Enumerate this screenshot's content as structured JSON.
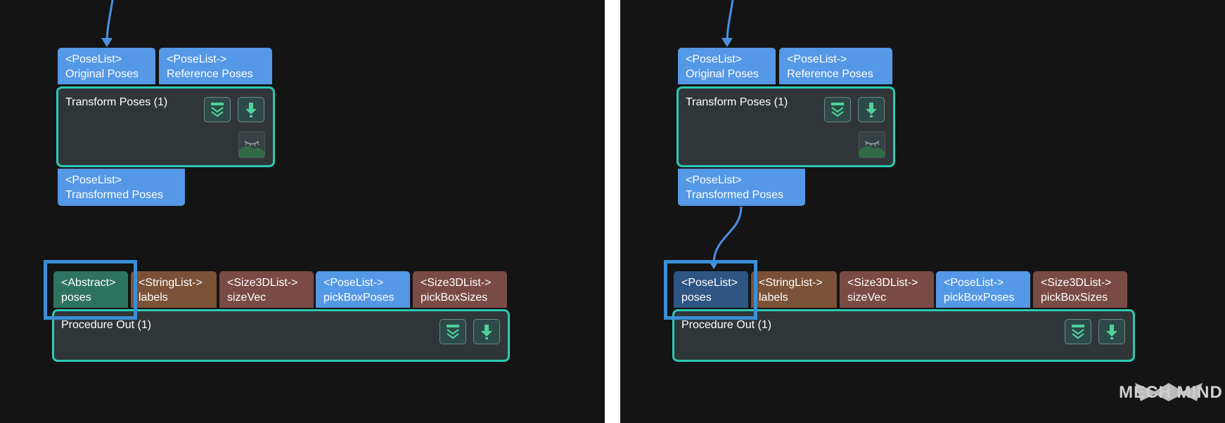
{
  "left": {
    "inputs": [
      {
        "type": "<PoseList>",
        "name": "Original Poses"
      },
      {
        "type": "<PoseList->",
        "name": "Reference Poses"
      }
    ],
    "transform_node": {
      "title": "Transform Poses (1)"
    },
    "output": {
      "type": "<PoseList>",
      "name": "Transformed Poses"
    },
    "procedure_ports": [
      {
        "type": "<Abstract>",
        "name": "poses"
      },
      {
        "type": "<StringList->",
        "name": "labels"
      },
      {
        "type": "<Size3DList->",
        "name": "sizeVec"
      },
      {
        "type": "<PoseList->",
        "name": "pickBoxPoses"
      },
      {
        "type": "<Size3DList->",
        "name": "pickBoxSizes"
      }
    ],
    "procedure_node": {
      "title": "Procedure Out (1)"
    }
  },
  "right": {
    "inputs": [
      {
        "type": "<PoseList>",
        "name": "Original Poses"
      },
      {
        "type": "<PoseList->",
        "name": "Reference Poses"
      }
    ],
    "transform_node": {
      "title": "Transform Poses (1)"
    },
    "output": {
      "type": "<PoseList>",
      "name": "Transformed Poses"
    },
    "procedure_ports": [
      {
        "type": "<PoseList>",
        "name": "poses"
      },
      {
        "type": "<StringList->",
        "name": "labels"
      },
      {
        "type": "<Size3DList->",
        "name": "sizeVec"
      },
      {
        "type": "<PoseList->",
        "name": "pickBoxPoses"
      },
      {
        "type": "<Size3DList->",
        "name": "pickBoxSizes"
      }
    ],
    "procedure_node": {
      "title": "Procedure Out (1)"
    }
  },
  "colors": {
    "canvas": "#141414",
    "node_border": "#2cc9b4",
    "port_pose": "#5498e6",
    "port_abstract": "#2e7360",
    "port_pose_connected": "#2e5583",
    "highlight": "#3a8fd6"
  },
  "watermark": {
    "text": "MECH MIND"
  }
}
